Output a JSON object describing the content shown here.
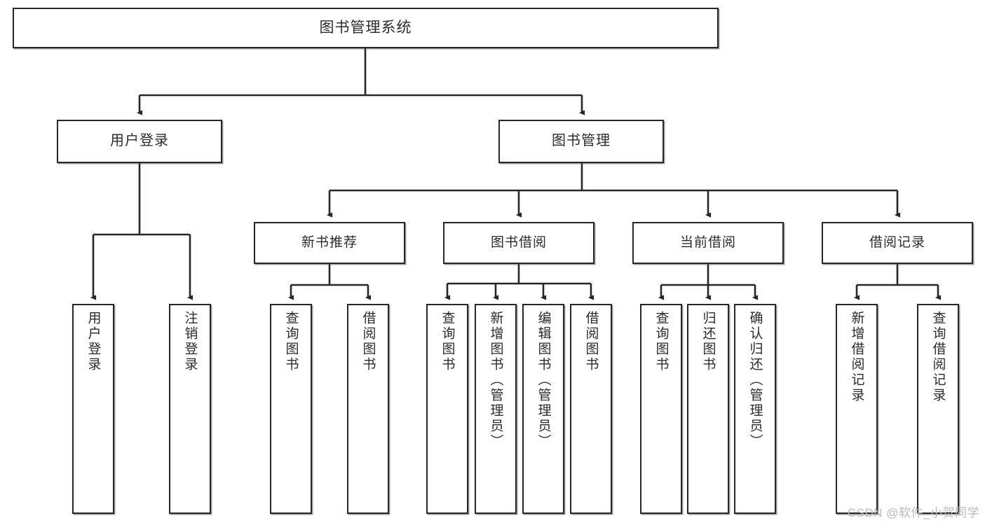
{
  "diagram": {
    "title": "图书管理系统",
    "type": "tree",
    "watermark": "CSDN @软件_小贺同学",
    "colors": {
      "box_border": "#262626",
      "box_fill": "#ffffff",
      "connector": "#262626",
      "text": "#2b2b2b",
      "watermark": "#b9b9b9"
    },
    "root": {
      "label": "图书管理系统"
    },
    "level2": [
      {
        "id": "user-login",
        "label": "用户登录"
      },
      {
        "id": "book-manage",
        "label": "图书管理"
      }
    ],
    "level3": [
      {
        "id": "new-book-rec",
        "label": "新书推荐",
        "parent": "book-manage"
      },
      {
        "id": "book-borrow",
        "label": "图书借阅",
        "parent": "book-manage"
      },
      {
        "id": "current-borrow",
        "label": "当前借阅",
        "parent": "book-manage"
      },
      {
        "id": "borrow-record",
        "label": "借阅记录",
        "parent": "book-manage"
      }
    ],
    "leaves": [
      {
        "id": "leaf-user-login",
        "label": "用户登录",
        "parent": "user-login"
      },
      {
        "id": "leaf-user-logout",
        "label": "注销登录",
        "parent": "user-login"
      },
      {
        "id": "leaf-rec-query",
        "label": "查询图书",
        "parent": "new-book-rec"
      },
      {
        "id": "leaf-rec-borrow",
        "label": "借阅图书",
        "parent": "new-book-rec"
      },
      {
        "id": "leaf-borrow-query",
        "label": "查询图书",
        "parent": "book-borrow"
      },
      {
        "id": "leaf-borrow-add",
        "label": "新增图书（管理员）",
        "parent": "book-borrow"
      },
      {
        "id": "leaf-borrow-edit",
        "label": "编辑图书（管理员）",
        "parent": "book-borrow"
      },
      {
        "id": "leaf-borrow-lend",
        "label": "借阅图书",
        "parent": "book-borrow"
      },
      {
        "id": "leaf-cur-query",
        "label": "查询图书",
        "parent": "current-borrow"
      },
      {
        "id": "leaf-cur-return",
        "label": "归还图书",
        "parent": "current-borrow"
      },
      {
        "id": "leaf-cur-confirm",
        "label": "确认归还（管理员）",
        "parent": "current-borrow"
      },
      {
        "id": "leaf-rec-add",
        "label": "新增借阅记录",
        "parent": "borrow-record"
      },
      {
        "id": "leaf-rec-query2",
        "label": "查询借阅记录",
        "parent": "borrow-record"
      }
    ]
  }
}
